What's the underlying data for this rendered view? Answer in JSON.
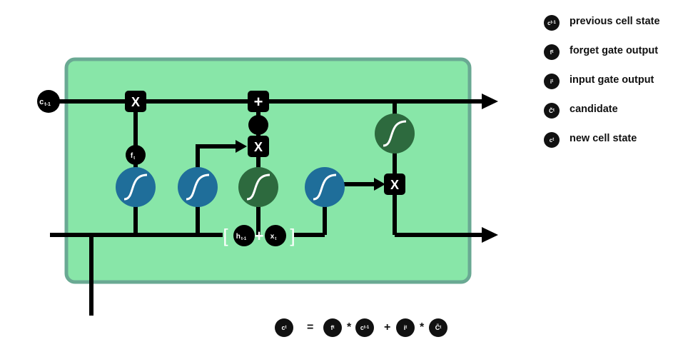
{
  "cell": {
    "ct_prev": "c",
    "ct_prev_sub": "t-1",
    "ft": "f",
    "ft_sub": "t",
    "ht_prev": "h",
    "ht_prev_sub": "t-1",
    "xt": "x",
    "xt_sub": "t",
    "multiply_symbol": "X",
    "add_symbol": "+",
    "bracket_left": "[",
    "bracket_right": "]"
  },
  "legend": [
    {
      "symbol": "c",
      "sub": "t-1",
      "label": "previous cell state"
    },
    {
      "symbol": "f",
      "sub": "t",
      "label": "forget gate output"
    },
    {
      "symbol": "i",
      "sub": "t",
      "label": "input gate output"
    },
    {
      "symbol": "C̃",
      "sub": "t",
      "label": "candidate"
    },
    {
      "symbol": "c",
      "sub": "t",
      "label": "new cell state"
    }
  ],
  "equation": {
    "lhs": "c",
    "lhs_sub": "t",
    "equals": "=",
    "f": "f",
    "f_sub": "t",
    "times": "*",
    "c_prev": "c",
    "c_prev_sub": "t-1",
    "plus": "+",
    "i": "i",
    "i_sub": "t",
    "c_tilde": "C̃",
    "c_tilde_sub": "t"
  },
  "colors": {
    "cell_fill": "#88e6a8",
    "cell_border": "#6aa993",
    "gate_blue": "#1f6e9a",
    "gate_dark_green": "#2d6a3e",
    "line": "#000000"
  }
}
